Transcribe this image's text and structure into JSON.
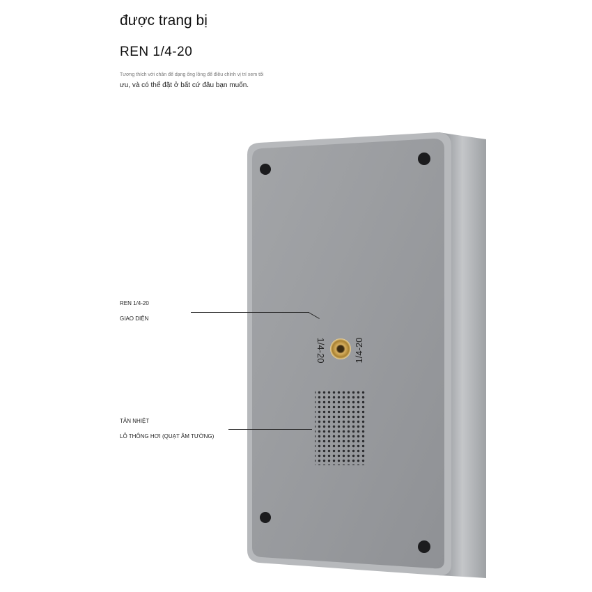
{
  "heading": {
    "line1": "được trang bị",
    "line2": "REN 1/4-20"
  },
  "description": {
    "line1": "Tương thích với chân đế dạng ống lồng để điều chỉnh vị trí xem tối",
    "line2": "ưu, và có thể đặt ở bất cứ đâu bạn muốn."
  },
  "callouts": [
    {
      "title": "REN 1/4-20",
      "subtitle": "GIAO DIỆN"
    },
    {
      "title": "TẢN NHIỆT",
      "subtitle": "LỖ THÔNG HƠI (QUẠT ÂM TƯỜNG)"
    }
  ],
  "device": {
    "engraving_left": "1/4-20",
    "engraving_right": "1/4-20"
  }
}
